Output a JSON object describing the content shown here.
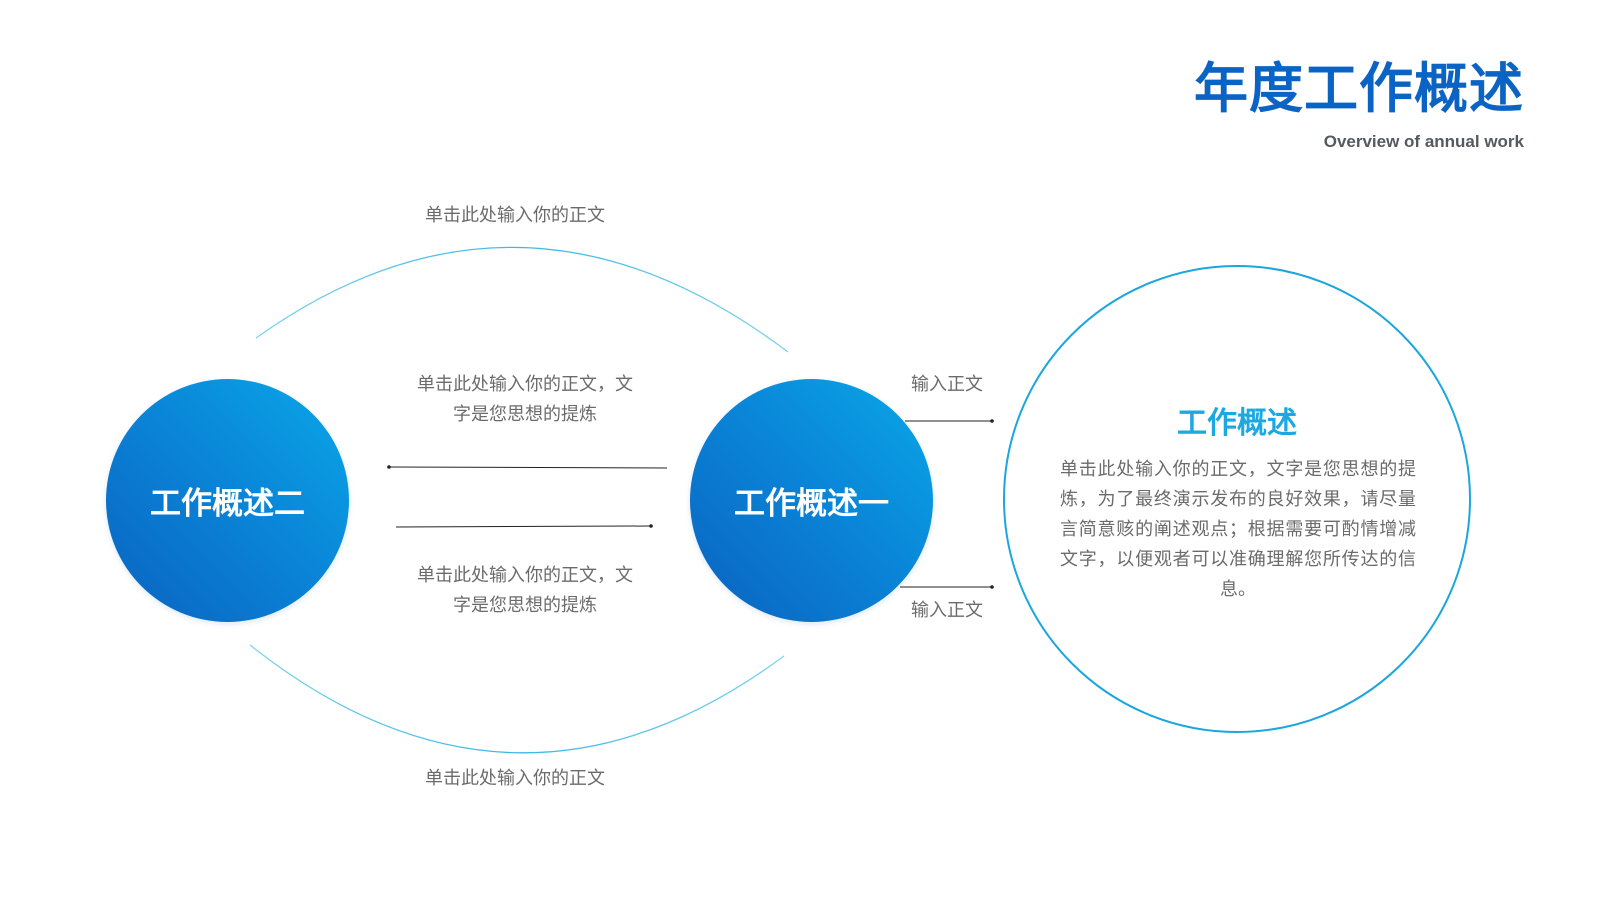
{
  "header": {
    "title": "年度工作概述",
    "subtitle": "Overview of annual work"
  },
  "left_group": {
    "circle_label": "工作概述二",
    "top_text": "单击此处输入你的正文",
    "bottom_text": "单击此处输入你的正文",
    "middle_text_upper": [
      "单击此处输入你的正文，文",
      "字是您思想的提炼"
    ],
    "middle_text_lower": [
      "单击此处输入你的正文，文",
      "字是您思想的提炼"
    ]
  },
  "center_group": {
    "circle_label": "工作概述一",
    "label_top": "输入正文",
    "label_bottom": "输入正文"
  },
  "right_panel": {
    "title": "工作概述",
    "description": "单击此处输入你的正文，文字是您思想的提炼，为了最终演示发布的良好效果，请尽量言简意赅的阐述观点；根据需要可酌情增减文字，以便观者可以准确理解您所传达的信息。"
  },
  "colors": {
    "primary_dark": "#0b63c4",
    "primary_light": "#1ba8e3",
    "text_gray": "#6b6b6b"
  }
}
